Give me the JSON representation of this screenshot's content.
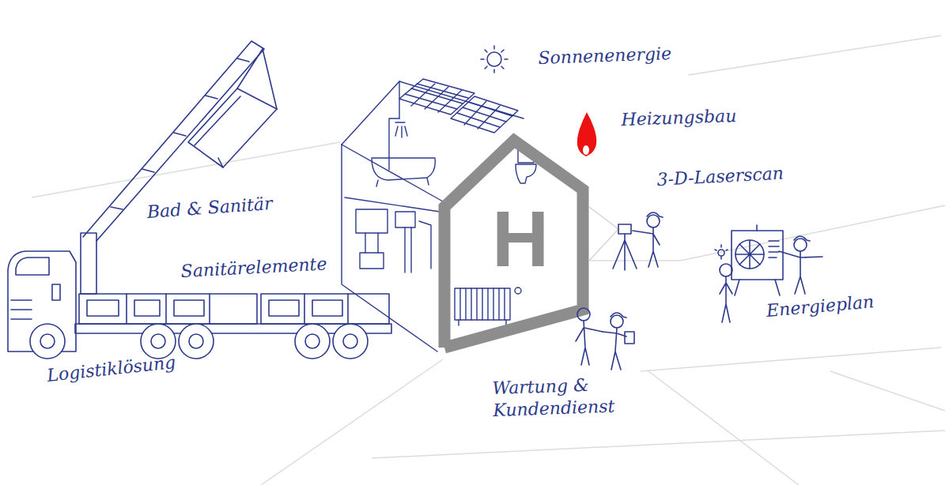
{
  "diagram": {
    "labels": [
      "Sonnenenergie",
      "Heizungsbau",
      "3-D-Laserscan",
      "H",
      "Bad & Sanitär",
      "Sanitärelemente",
      "Logistiklösung",
      "Energieplan",
      "Wartung & Kundendienst"
    ]
  }
}
